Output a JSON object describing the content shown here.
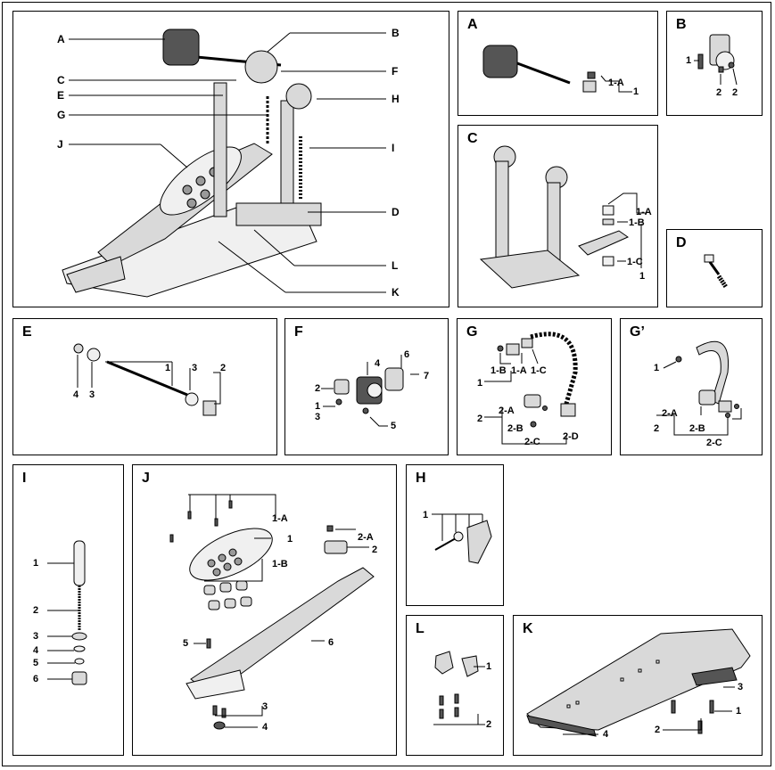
{
  "panels": {
    "main": {
      "labels": {
        "A": "A",
        "B": "B",
        "C": "C",
        "D": "D",
        "E": "E",
        "F": "F",
        "G": "G",
        "H": "H",
        "I": "I",
        "J": "J",
        "K": "K",
        "L": "L"
      }
    },
    "A": {
      "title": "A",
      "labels": [
        "1-A",
        "1"
      ]
    },
    "B": {
      "title": "B",
      "labels": [
        "1",
        "2",
        "2"
      ]
    },
    "C": {
      "title": "C",
      "labels": [
        "1-A",
        "1-B",
        "1-C",
        "1"
      ]
    },
    "D": {
      "title": "D"
    },
    "E": {
      "title": "E",
      "labels": [
        "1",
        "3",
        "2",
        "4",
        "3"
      ]
    },
    "F": {
      "title": "F",
      "labels": [
        "6",
        "4",
        "7",
        "2",
        "1",
        "3",
        "5"
      ]
    },
    "G": {
      "title": "G",
      "labels": [
        "1-B",
        "1-A",
        "1-C",
        "1",
        "2-A",
        "2",
        "2-B",
        "2-C",
        "2-D"
      ]
    },
    "G2": {
      "title": "G’",
      "labels": [
        "1",
        "2-A",
        "2",
        "2-B",
        "2-C"
      ]
    },
    "I": {
      "title": "I",
      "labels": [
        "1",
        "2",
        "3",
        "4",
        "5",
        "6"
      ]
    },
    "J": {
      "title": "J",
      "labels": [
        "1-A",
        "1",
        "1-B",
        "2-A",
        "2",
        "5",
        "6",
        "3",
        "4"
      ]
    },
    "H": {
      "title": "H",
      "labels": [
        "1"
      ]
    },
    "L": {
      "title": "L",
      "labels": [
        "1",
        "2"
      ]
    },
    "K": {
      "title": "K",
      "labels": [
        "3",
        "1",
        "2",
        "4"
      ]
    }
  }
}
